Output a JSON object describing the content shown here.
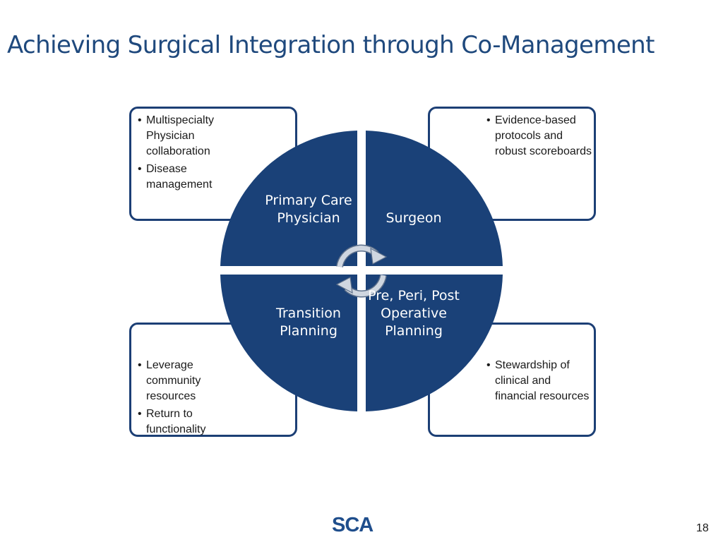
{
  "slide": {
    "title": "Achieving Surgical Integration through Co-Management",
    "page_number": "18",
    "logo_text": "SCA"
  },
  "colors": {
    "title": "#1f497d",
    "quadrant_fill": "#1a4178",
    "box_border": "#1c3f75",
    "arrow_fill": "#cfd6e0"
  },
  "boxes": {
    "top_left": {
      "bullets": [
        "Multispecialty Physician collaboration",
        "Disease management"
      ]
    },
    "top_right": {
      "bullets": [
        "Evidence-based protocols and robust scoreboards"
      ]
    },
    "bottom_left": {
      "bullets": [
        "Leverage community resources",
        "Return to functionality"
      ]
    },
    "bottom_right": {
      "bullets": [
        "Stewardship of clinical and financial resources"
      ]
    }
  },
  "quadrants": {
    "top_left": "Primary Care Physician",
    "top_right": "Surgeon",
    "bottom_left": "Transition Planning",
    "bottom_right": "Pre, Peri, Post Operative Planning"
  },
  "icons": {
    "cycle": "circular-arrows-icon"
  }
}
